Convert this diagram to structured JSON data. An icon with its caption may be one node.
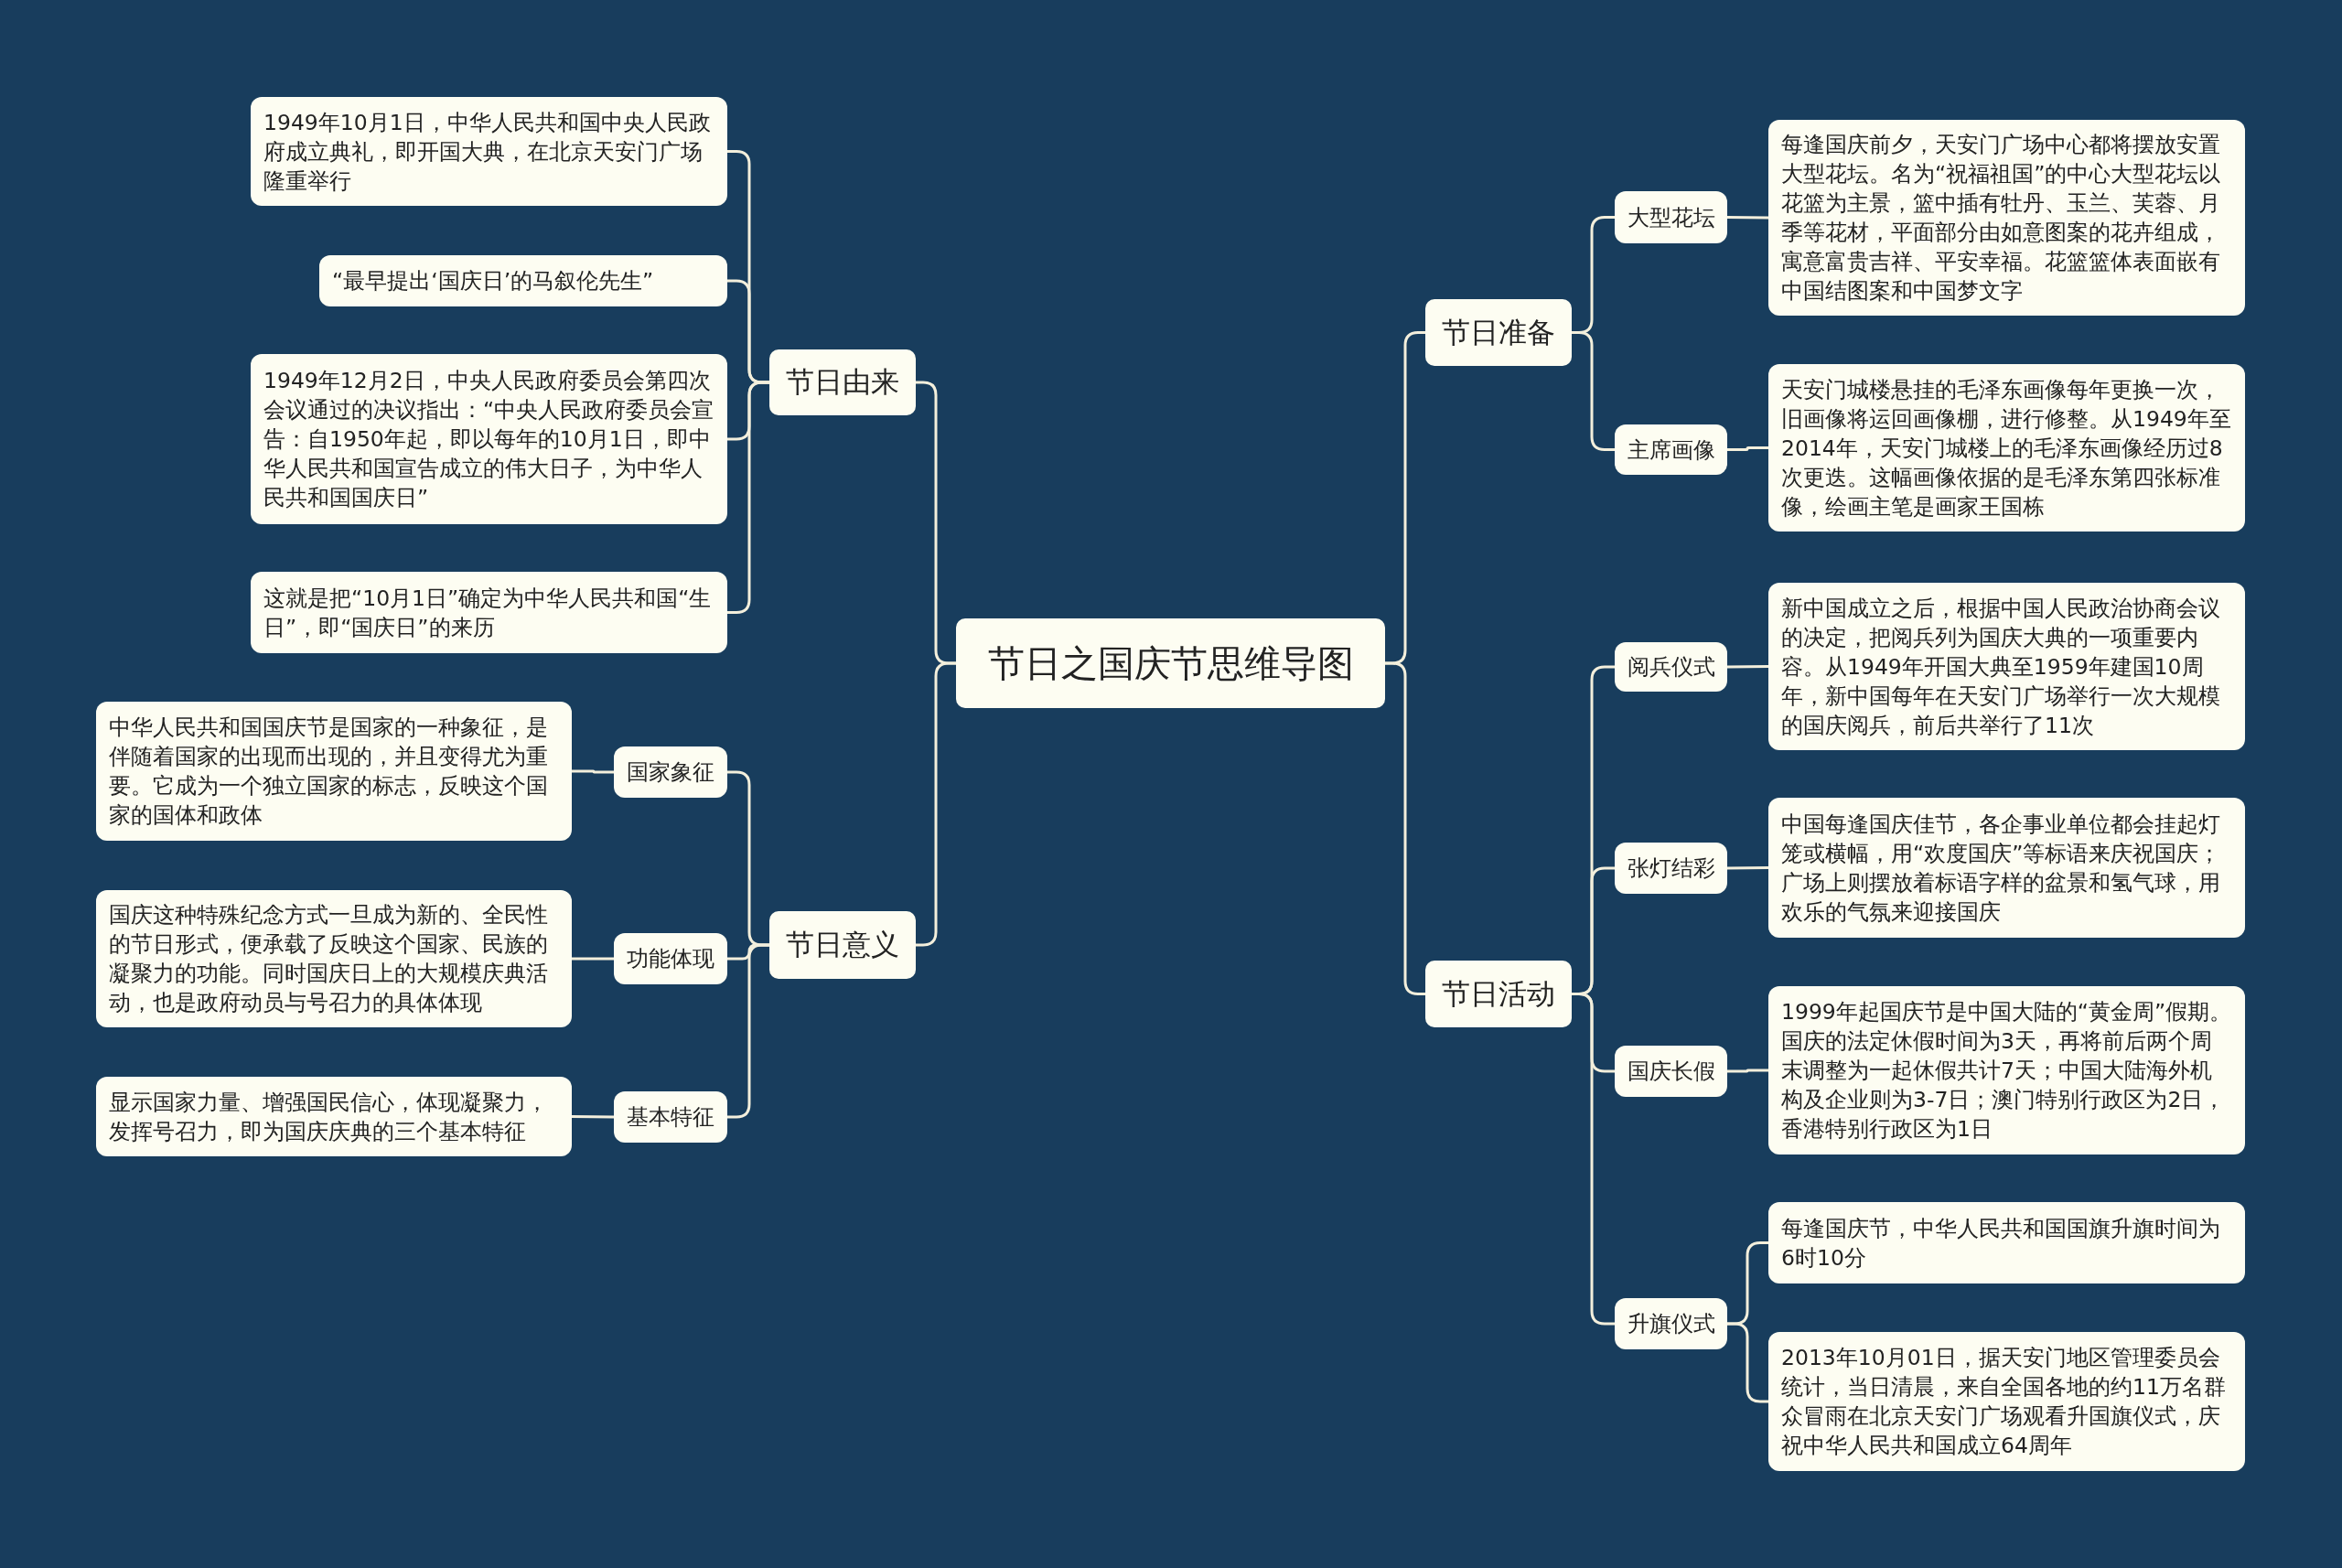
{
  "diagram": {
    "nodes": [
      {
        "text": [
          "节日之国庆节思维导图"
        ]
      },
      {
        "text": [
          "节日由来"
        ]
      },
      {
        "text": [
          "1949年10月1日，中华人民共和国中央人民政府成立典礼，即开国大典，在北京天安门广场隆重举行"
        ]
      },
      {
        "text": [
          "“最早提出‘国庆日’的马叙伦先生”"
        ]
      },
      {
        "text": [
          "1949年12月2日，中央人民政府委员会第四次会议通过的决议指出：“中央人民政府委员会宣告：自1950年起，即以每年的10月1日，即中华人民共和国宣告成立的伟大日子，为中华人民共和国国庆日”"
        ]
      },
      {
        "text": [
          "这就是把“10月1日”确定为中华人民共和国“生日”，即“国庆日”的来历"
        ]
      },
      {
        "text": [
          "节日意义"
        ]
      },
      {
        "text": [
          "国家象征"
        ]
      },
      {
        "text": [
          "中华人民共和国国庆节是国家的一种象征，是伴随着国家的出现而出现的，并且变得尤为重要。它成为一个独立国家的标志，反映这个国家的国体和政体"
        ]
      },
      {
        "text": [
          "功能体现"
        ]
      },
      {
        "text": [
          "国庆这种特殊纪念方式一旦成为新的、全民性的节日形式，便承载了反映这个国家、民族的凝聚力的功能。同时国庆日上的大规模庆典活动，也是政府动员与号召力的具体体现"
        ]
      },
      {
        "text": [
          "基本特征"
        ]
      },
      {
        "text": [
          "显示国家力量、增强国民信心，体现凝聚力，发挥号召力，即为国庆庆典的三个基本特征"
        ]
      },
      {
        "text": [
          "节日准备"
        ]
      },
      {
        "text": [
          "大型花坛"
        ]
      },
      {
        "text": [
          "每逢国庆前夕，天安门广场中心都将摆放安置大型花坛。名为“祝福祖国”的中心大型花坛以花篮为主景，篮中插有牡丹、玉兰、芙蓉、月季等花材，平面部分由如意图案的花卉组成，寓意富贵吉祥、平安幸福。花篮篮体表面嵌有中国结图案和中国梦文字"
        ]
      },
      {
        "text": [
          "主席画像"
        ]
      },
      {
        "text": [
          "天安门城楼悬挂的毛泽东画像每年更换一次，旧画像将运回画像棚，进行修整。从1949年至2014年，天安门城楼上的毛泽东画像经历过8次更迭。这幅画像依据的是毛泽东第四张标准像，绘画主笔是画家王国栋"
        ]
      },
      {
        "text": [
          "节日活动"
        ]
      },
      {
        "text": [
          "阅兵仪式"
        ]
      },
      {
        "text": [
          "新中国成立之后，根据中国人民政治协商会议的决定，把阅兵列为国庆大典的一项重要内容。从1949年开国大典至1959年建国10周年，新中国每年在天安门广场举行一次大规模的国庆阅兵，前后共举行了11次"
        ]
      },
      {
        "text": [
          "张灯结彩"
        ]
      },
      {
        "text": [
          "中国每逢国庆佳节，各企事业单位都会挂起灯笼或横幅，用“欢度国庆”等标语来庆祝国庆；广场上则摆放着标语字样的盆景和氢气球，用欢乐的气氛来迎接国庆"
        ]
      },
      {
        "text": [
          "国庆长假"
        ]
      },
      {
        "text": [
          "1999年起国庆节是中国大陆的“黄金周”假期。国庆的法定休假时间为3天，再将前后两个周末调整为一起休假共计7天；中国大陆海外机构及企业则为3-7日；澳门特别行政区为2日，香港特别行政区为1日"
        ]
      },
      {
        "text": [
          "升旗仪式"
        ]
      },
      {
        "text": [
          "每逢国庆节，中华人民共和国国旗升旗时间为6时10分"
        ]
      },
      {
        "text": [
          "2013年10月01日，据天安门地区管理委员会统计，当日清晨，来自全国各地的约11万名群众冒雨在北京天安门广场观看升国旗仪式，庆祝中华人民共和国成立64周年"
        ]
      }
    ],
    "edges": [
      {
        "from": 0,
        "to": 1,
        "arrow": "none"
      },
      {
        "from": 1,
        "to": 2,
        "arrow": "none"
      },
      {
        "from": 1,
        "to": 3,
        "arrow": "none"
      },
      {
        "from": 1,
        "to": 4,
        "arrow": "none"
      },
      {
        "from": 1,
        "to": 5,
        "arrow": "none"
      },
      {
        "from": 0,
        "to": 6,
        "arrow": "none"
      },
      {
        "from": 6,
        "to": 7,
        "arrow": "none"
      },
      {
        "from": 7,
        "to": 8,
        "arrow": "none"
      },
      {
        "from": 6,
        "to": 9,
        "arrow": "none"
      },
      {
        "from": 9,
        "to": 10,
        "arrow": "none"
      },
      {
        "from": 6,
        "to": 11,
        "arrow": "none"
      },
      {
        "from": 11,
        "to": 12,
        "arrow": "none"
      },
      {
        "from": 0,
        "to": 13,
        "arrow": "none"
      },
      {
        "from": 13,
        "to": 14,
        "arrow": "none"
      },
      {
        "from": 14,
        "to": 15,
        "arrow": "none"
      },
      {
        "from": 13,
        "to": 16,
        "arrow": "none"
      },
      {
        "from": 16,
        "to": 17,
        "arrow": "none"
      },
      {
        "from": 0,
        "to": 18,
        "arrow": "none"
      },
      {
        "from": 18,
        "to": 19,
        "arrow": "none"
      },
      {
        "from": 19,
        "to": 20,
        "arrow": "none"
      },
      {
        "from": 18,
        "to": 21,
        "arrow": "none"
      },
      {
        "from": 21,
        "to": 22,
        "arrow": "none"
      },
      {
        "from": 18,
        "to": 23,
        "arrow": "none"
      },
      {
        "from": 23,
        "to": 24,
        "arrow": "none"
      },
      {
        "from": 18,
        "to": 25,
        "arrow": "none"
      },
      {
        "from": 25,
        "to": 26,
        "arrow": "none"
      },
      {
        "from": 25,
        "to": 27,
        "arrow": "none"
      }
    ]
  }
}
